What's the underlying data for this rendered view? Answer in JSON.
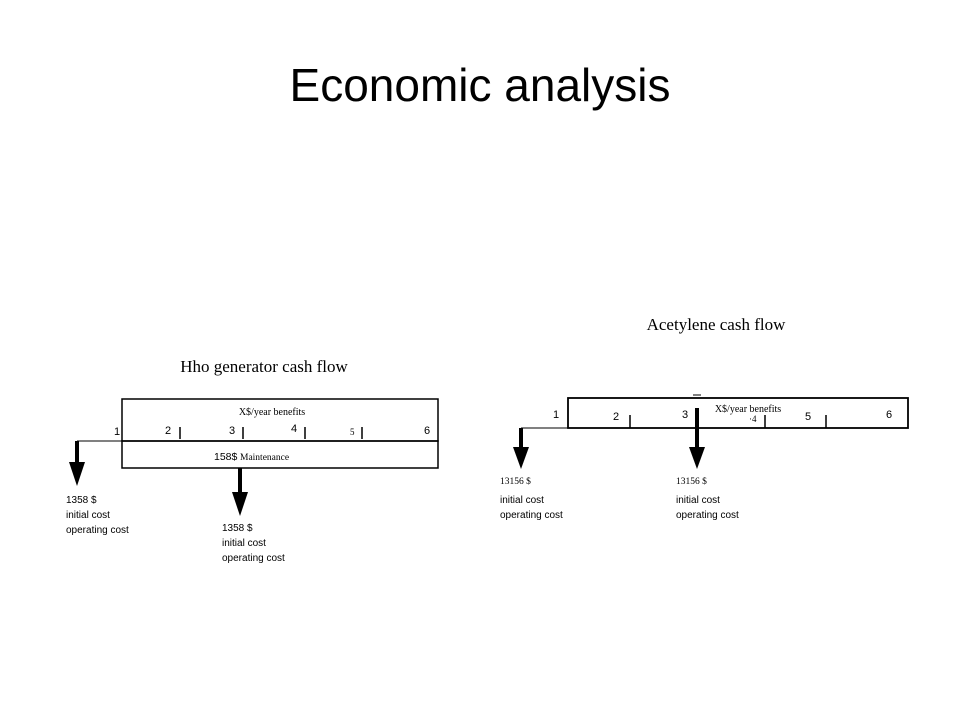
{
  "slide": {
    "title": "Economic analysis"
  },
  "hho": {
    "title": "Hho generator cash flow",
    "benefits": "X$/year benefits",
    "years": [
      "1",
      "2",
      "3",
      "4",
      "5",
      "6"
    ],
    "maintenance_amount": "158$",
    "maintenance_label": "Maintenance",
    "outflow_1": {
      "amount": "1358 $",
      "line1": "initial cost",
      "line2": "operating cost"
    },
    "outflow_2": {
      "amount": "1358 $",
      "line1": "initial cost",
      "line2": "operating cost"
    }
  },
  "acetylene": {
    "title": "Acetylene cash flow",
    "benefits": "X$/year benefits",
    "years": [
      "1",
      "2",
      "3",
      "·4",
      "5",
      "6"
    ],
    "outflow_1": {
      "amount": "13156 $",
      "line1": "initial cost",
      "line2": "operating cost"
    },
    "outflow_2": {
      "amount": "13156 $",
      "line1": "initial cost",
      "line2": "operating cost"
    }
  }
}
